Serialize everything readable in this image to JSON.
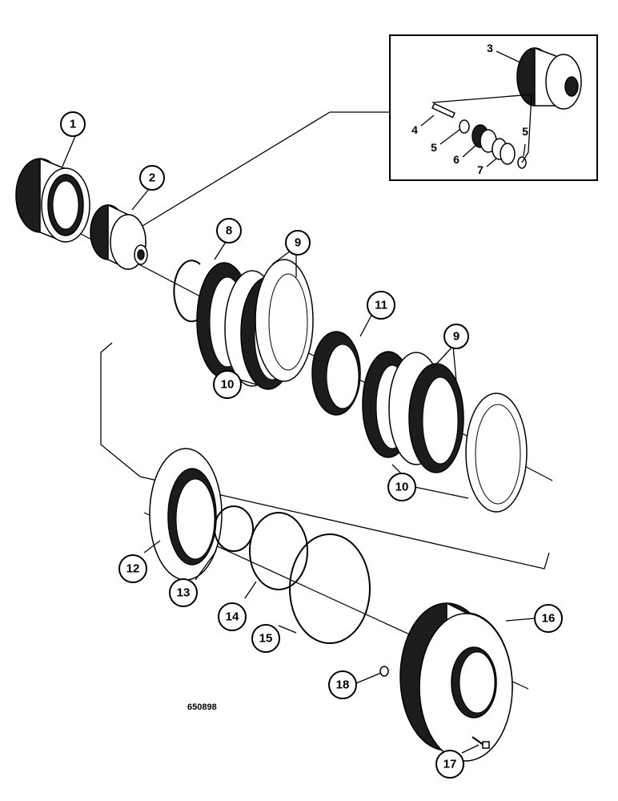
{
  "figure": {
    "code": "650898",
    "callouts": {
      "c1": "1",
      "c2": "2",
      "c3": "3",
      "c4": "4",
      "c5a": "5",
      "c5b": "5",
      "c6": "6",
      "c7": "7",
      "c8": "8",
      "c9a": "9",
      "c9b": "9",
      "c10a": "10",
      "c10b": "10",
      "c11": "11",
      "c12": "12",
      "c13": "13",
      "c14": "14",
      "c15": "15",
      "c16": "16",
      "c17": "17",
      "c18": "18"
    }
  }
}
